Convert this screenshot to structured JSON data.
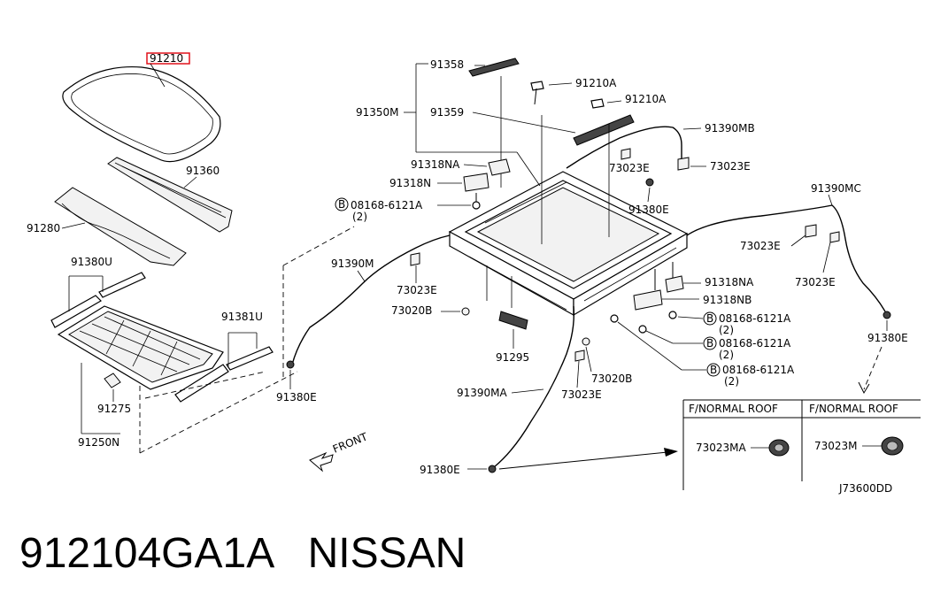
{
  "diagram": {
    "code": "J73600DD",
    "front_label": "FRONT",
    "highlight_color": "#e0101a",
    "labels": {
      "p91210": "91210",
      "p91360": "91360",
      "p91280": "91280",
      "p91380U": "91380U",
      "p91381U": "91381U",
      "p91275": "91275",
      "p91250N": "91250N",
      "p91358": "91358",
      "p91210A_1": "91210A",
      "p91210A_2": "91210A",
      "p91350M": "91350M",
      "p91359": "91359",
      "p91390MB": "91390MB",
      "p91318NA_1": "91318NA",
      "p73023E_1": "73023E",
      "p73023E_2": "73023E",
      "p91318N": "91318N",
      "p91380E_1": "91380E",
      "p08168_1": "08168-6121A",
      "p08168_1q": "(2)",
      "p91390MC": "91390MC",
      "p91390M": "91390M",
      "p73023E_3": "73023E",
      "p73023E_4": "73023E",
      "p73023E_5": "73023E",
      "p73020B_1": "73020B",
      "p91318NA_2": "91318NA",
      "p91318NB": "91318NB",
      "p08168_2": "08168-6121A",
      "p08168_2q": "(2)",
      "p08168_3": "08168-6121A",
      "p08168_3q": "(2)",
      "p08168_4": "08168-6121A",
      "p08168_4q": "(2)",
      "p91380E_2": "91380E",
      "p91295": "91295",
      "p73020B_2": "73020B",
      "p91390MA": "91390MA",
      "p73023E_6": "73023E",
      "p91380E_3": "91380E",
      "p91380E_4": "91380E"
    },
    "bolt_mark": "B",
    "legend": {
      "col1_header": "F/NORMAL ROOF",
      "col1_part": "73023MA",
      "col2_header": "F/NORMAL ROOF",
      "col2_part": "73023M"
    }
  },
  "caption": {
    "part_number": "912104GA1A",
    "brand": "NISSAN"
  }
}
